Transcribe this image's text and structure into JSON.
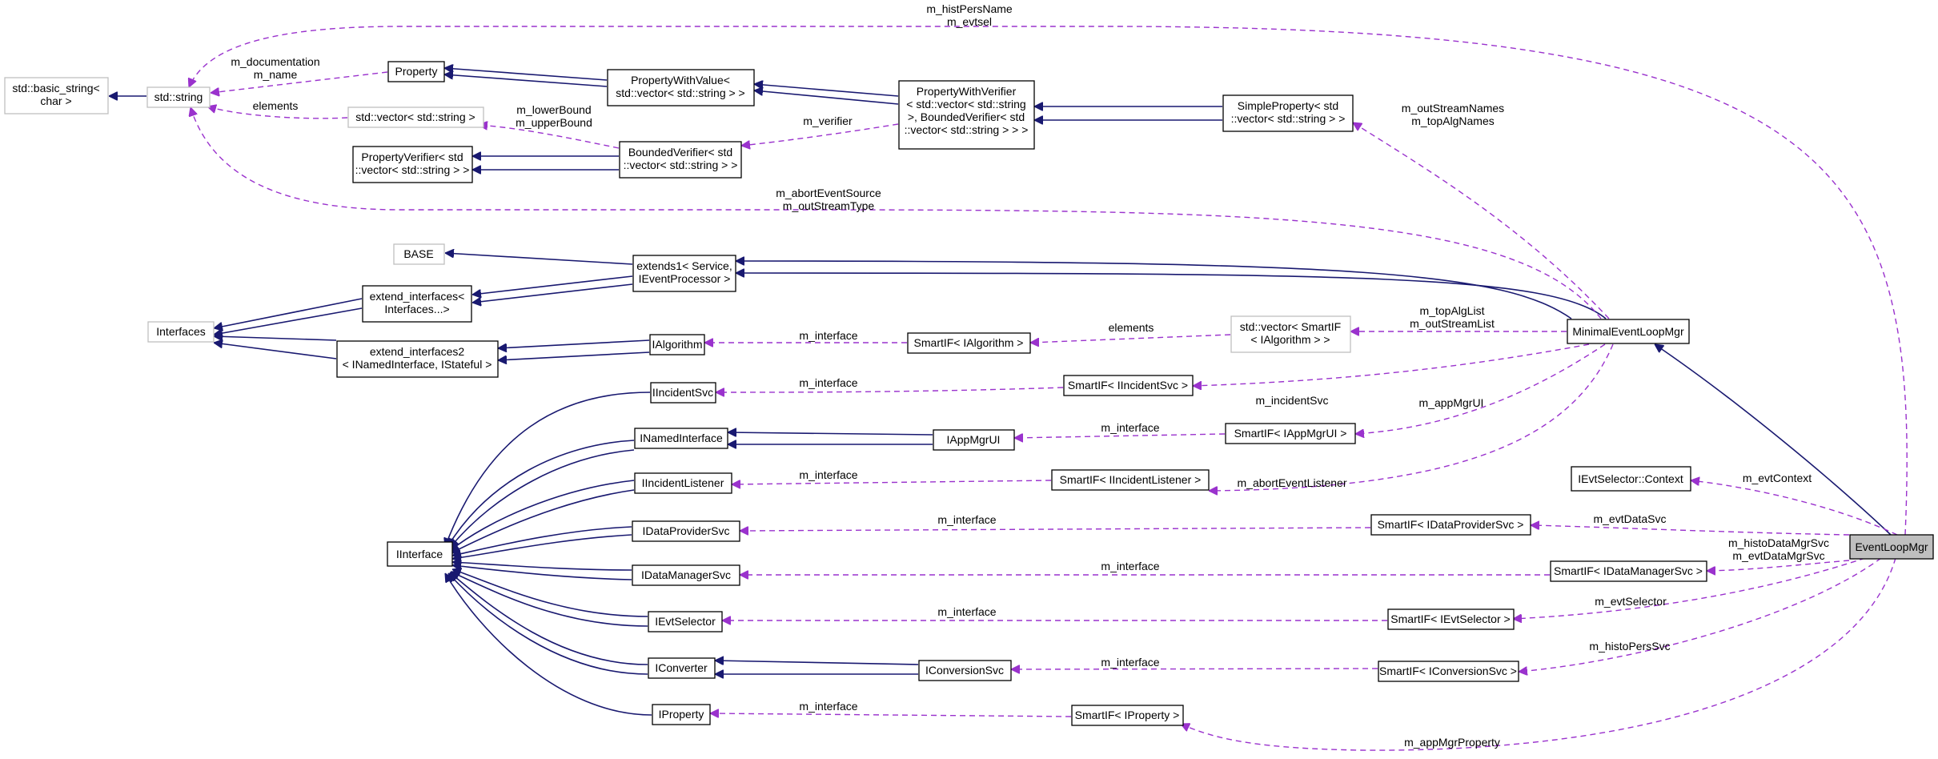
{
  "nodes": {
    "basic_string": "std::basic_string<\nchar >",
    "string": "std::string",
    "property": "Property",
    "pwv": "PropertyWithValue<\nstd::vector< std::string > >",
    "pwver": "PropertyWithVerifier\n< std::vector< std::string\n>, BoundedVerifier< std\n::vector< std::string > > >",
    "simple": "SimpleProperty< std\n::vector< std::string > >",
    "vecstr": "std::vector< std::string >",
    "pver": "PropertyVerifier< std\n::vector< std::string > >",
    "bver": "BoundedVerifier< std\n::vector< std::string > >",
    "base": "BASE",
    "extends1": "extends1< Service,\nIEventProcessor >",
    "extif": "extend_interfaces<\nInterfaces...>",
    "interfaces": "Interfaces",
    "extif2": "extend_interfaces2\n< INamedInterface, IStateful >",
    "ialg": "IAlgorithm",
    "sialg": "SmartIF< IAlgorithm >",
    "vecsalg": "std::vector< SmartIF\n< IAlgorithm > >",
    "minimal": "MinimalEventLoopMgr",
    "iincsvc": "IIncidentSvc",
    "siincsvc": "SmartIF< IIncidentSvc >",
    "inamed": "INamedInterface",
    "iappmgrui": "IAppMgrUI",
    "siappmgrui": "SmartIF< IAppMgrUI >",
    "iinclis": "IIncidentListener",
    "siinclis": "SmartIF< IIncidentListener >",
    "ctx": "IEvtSelector::Context",
    "iinterface": "IInterface",
    "idps": "IDataProviderSvc",
    "sidps": "SmartIF< IDataProviderSvc >",
    "evtloop": "EventLoopMgr",
    "idms": "IDataManagerSvc",
    "sidms": "SmartIF< IDataManagerSvc >",
    "ievtsel": "IEvtSelector",
    "sievtsel": "SmartIF< IEvtSelector >",
    "iconv": "IConverter",
    "iconvsvc": "IConversionSvc",
    "siconvsvc": "SmartIF< IConversionSvc >",
    "iprop": "IProperty",
    "siprop": "SmartIF< IProperty >"
  },
  "labels": {
    "histpers": "m_histPersName\nm_evtsel",
    "doc": "m_documentation\nm_name",
    "elements1": "elements",
    "bounds": "m_lowerBound\nm_upperBound",
    "verifier": "m_verifier",
    "outstream": "m_outStreamNames\nm_topAlgNames",
    "abort": "m_abortEventSource\nm_outStreamType",
    "iface_alg": "m_interface",
    "elements2": "elements",
    "toplist": "m_topAlgList\nm_outStreamList",
    "iface_inc": "m_interface",
    "incsvc": "m_incidentSvc",
    "appmgrui": "m_appMgrUI",
    "iface_appmgr": "m_interface",
    "iface_lis": "m_interface",
    "abortlis": "m_abortEventListener",
    "evtctx": "m_evtContext",
    "iface_dps": "m_interface",
    "evtdata": "m_evtDataSvc",
    "histodata": "m_histoDataMgrSvc\nm_evtDataMgrSvc",
    "iface_dms": "m_interface",
    "iface_sel": "m_interface",
    "evtsel": "m_evtSelector",
    "iface_conv": "m_interface",
    "histopers": "m_histoPersSvc",
    "iface_prop": "m_interface",
    "appmgrprop": "m_appMgrProperty"
  },
  "colors": {
    "inheritance": "#191970",
    "usage": "#9a32cd",
    "external_border": "#bfbfbf",
    "highlight_fill": "#bfbfbf"
  }
}
